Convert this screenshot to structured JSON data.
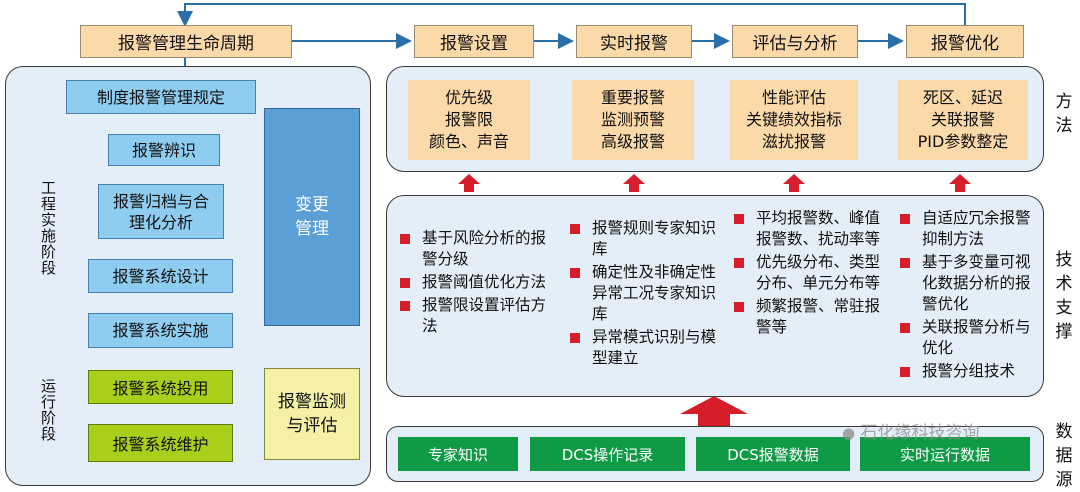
{
  "top_stages": [
    "报警管理生命周期",
    "报警设置",
    "实时报警",
    "评估与分析",
    "报警优化"
  ],
  "left_flow": {
    "steps_blue": [
      "制度报警管理规定",
      "报警辨识",
      "报警归档与合理化分析",
      "报警系统设计",
      "报警系统实施"
    ],
    "steps_green": [
      "报警系统投用",
      "报警系统维护"
    ],
    "change_mgmt": "变更管理",
    "monitor_eval": "报警监测与评估",
    "phase_engineering": "工程实施阶段",
    "phase_operation": "运行阶段"
  },
  "methods": [
    [
      "优先级",
      "报警限",
      "颜色、声音"
    ],
    [
      "重要报警",
      "监测预警",
      "高级报警"
    ],
    [
      "性能评估",
      "关键绩效指标",
      "滋扰报警"
    ],
    [
      "死区、延迟",
      "关联报警",
      "PID参数整定"
    ]
  ],
  "techniques": [
    [
      "基于风险分析的报警分级",
      "报警阈值优化方法",
      "报警限设置评估方法"
    ],
    [
      "报警规则专家知识库",
      "确定性及非确定性异常工况专家知识库",
      "异常模式识别与模型建立"
    ],
    [
      "平均报警数、峰值报警数、扰动率等",
      "优先级分布、类型分布、单元分布等",
      "频繁报警、常驻报警等"
    ],
    [
      "自适应冗余报警抑制方法",
      "基于多变量可视化数据分析的报警优化",
      "关联报警分析与优化",
      "报警分组技术"
    ]
  ],
  "sources": [
    "专家知识",
    "DCS操作记录",
    "DCS报警数据",
    "实时运行数据"
  ],
  "side_labels": {
    "method": "方法",
    "tech": "技术支撑",
    "data": "数据源"
  },
  "watermark": "石化缘科技咨询",
  "colors": {
    "stage": "#fbd9a8",
    "blue_box": "#8ecdf0",
    "green_box": "#a9cf1a",
    "panel": "#e4eef9",
    "source": "#0f9a45",
    "bullet": "#d61e2a",
    "arrow_red": "#d61e2a",
    "arrow_blue": "#2a6ea8"
  }
}
